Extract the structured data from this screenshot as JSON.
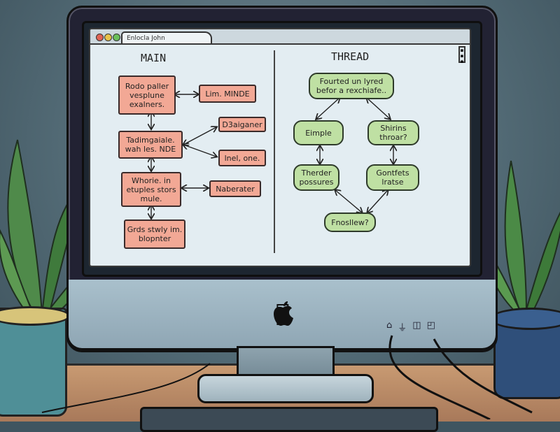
{
  "window": {
    "tab_title": "Enlocla John"
  },
  "main": {
    "title": "MAIN",
    "nodes": [
      {
        "id": "n1",
        "label": "Rodo paller vesplune exalners."
      },
      {
        "id": "n2",
        "label": "Lim. MINDE"
      },
      {
        "id": "n3",
        "label": "D3aiganer"
      },
      {
        "id": "n4",
        "label": "Tadimgaiale. wah les. NDE"
      },
      {
        "id": "n5",
        "label": "lnel, one."
      },
      {
        "id": "n6",
        "label": "Whorie. in etuples stors mule."
      },
      {
        "id": "n7",
        "label": "Naberater"
      },
      {
        "id": "n8",
        "label": "Grds stwly im. blopnter"
      }
    ]
  },
  "thread": {
    "title": "THREAD",
    "nodes": [
      {
        "id": "t1",
        "label": "Fourted un lyred befor a rexchiafe.."
      },
      {
        "id": "t2",
        "label": "Eimple"
      },
      {
        "id": "t3",
        "label": "Shirins throar?"
      },
      {
        "id": "t4",
        "label": "Therder possures"
      },
      {
        "id": "t5",
        "label": "Gontfets lratse"
      },
      {
        "id": "t6",
        "label": "Fnosllew?"
      }
    ]
  },
  "icons": {
    "logo": "apple-logo-icon",
    "ports": [
      "home-icon",
      "usb-icon",
      "input-icon",
      "display-icon"
    ]
  },
  "colors": {
    "main_box": "#f2a895",
    "thread_box": "#bfe0a3",
    "window_bg": "#e3edf2"
  }
}
